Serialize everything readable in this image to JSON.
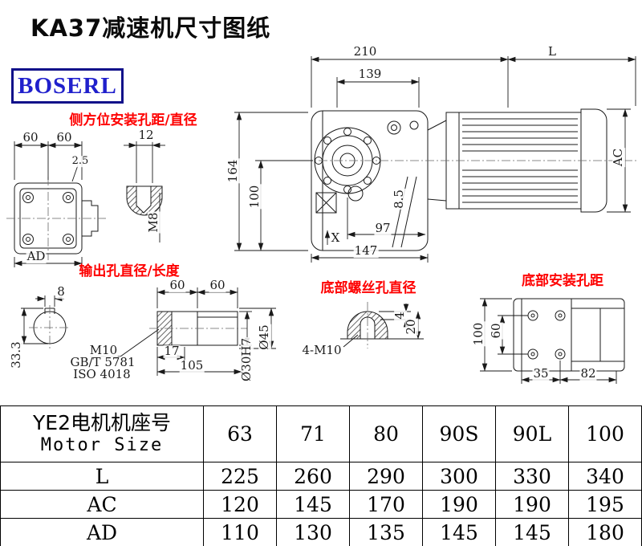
{
  "page": {
    "title": "KA37减速机尺寸图纸",
    "brand": "BOSERL"
  },
  "annotations": {
    "side_mount": "侧方位安装孔距/直径",
    "output_hole": "输出孔直径/长度",
    "bottom_screw": "底部螺丝孔直径",
    "bottom_mount": "底部安装孔距"
  },
  "dims": {
    "side_view": {
      "w1": "60",
      "w2": "60",
      "gap": "2.5",
      "ad": "AD"
    },
    "side_hole": {
      "dia": "12",
      "thread": "M8"
    },
    "main_view": {
      "len": "210",
      "motor_len": "L",
      "flange": "139",
      "height": "164",
      "center_height": "100",
      "motor_dia": "AC",
      "rib": "8.5",
      "x_mark": "X",
      "c1": "97",
      "c2": "147"
    },
    "shaft_end": {
      "key_w": "8",
      "key_d": "33.3"
    },
    "shaft_side": {
      "thread": "M10",
      "std1": "GB/T 5781",
      "std2": "ISO 4018",
      "l1": "60",
      "l2": "60",
      "l3": "17",
      "l4": "105",
      "bore": "Ø30H7",
      "od": "Ø45"
    },
    "bottom_screw": {
      "thread": "4-M10",
      "t1": "4",
      "t2": "20"
    },
    "bottom_mount": {
      "w": "100",
      "hole_v": "60",
      "hole_h1": "35",
      "hole_h2": "82"
    }
  },
  "table": {
    "header_cn": "YE2电机机座号",
    "header_en": "Motor Size",
    "sizes": [
      "63",
      "71",
      "80",
      "90S",
      "90L",
      "100"
    ],
    "rows": [
      {
        "label": "L",
        "values": [
          "225",
          "260",
          "290",
          "300",
          "330",
          "340"
        ]
      },
      {
        "label": "AC",
        "values": [
          "120",
          "145",
          "170",
          "190",
          "190",
          "195"
        ]
      },
      {
        "label": "AD",
        "values": [
          "110",
          "130",
          "135",
          "145",
          "145",
          "180"
        ]
      }
    ]
  }
}
